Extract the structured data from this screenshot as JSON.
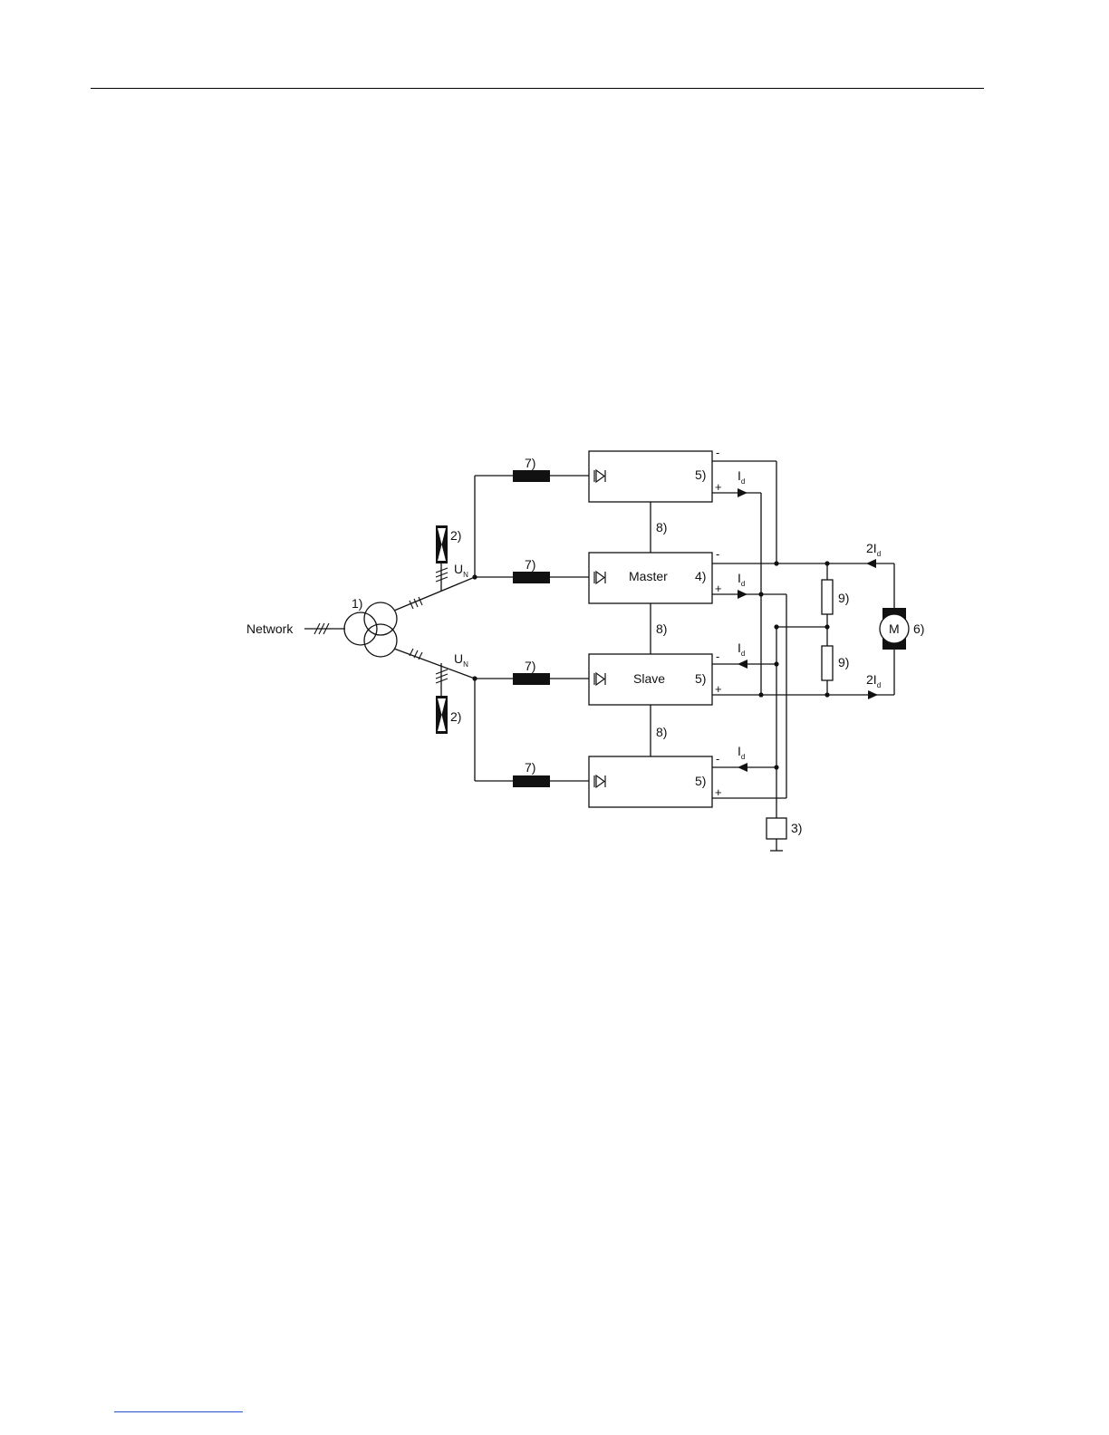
{
  "diagram": {
    "network_label": "Network",
    "transformer_label": "1)",
    "surge_arrester_label": "2)",
    "grounding_label": "3)",
    "master_label": "Master",
    "master_ref": "4)",
    "slave_label": "Slave",
    "converter_ref": "5)",
    "motor_symbol": "M",
    "motor_ref": "6)",
    "reactor_label": "7)",
    "link_label": "8)",
    "resistor_label": "9)",
    "voltage_symbol": "U",
    "voltage_subscript": "N",
    "current_symbol": "I",
    "current_subscript": "d",
    "double_current_prefix": "2I",
    "minus_sign": "-",
    "plus_sign": "+"
  },
  "colors": {
    "line": "#111111",
    "footer_link": "#2a4fd1"
  }
}
